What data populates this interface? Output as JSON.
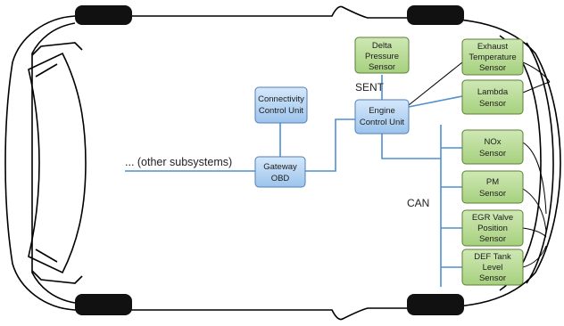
{
  "nodes": {
    "connectivity": [
      "Connectivity",
      "Control Unit"
    ],
    "gateway": [
      "Gateway",
      "OBD"
    ],
    "ecu": [
      "Engine",
      "Control Unit"
    ],
    "delta": [
      "Delta",
      "Pressure",
      "Sensor"
    ],
    "exhaust": [
      "Exhaust",
      "Temperature",
      "Sensor"
    ],
    "lambda": [
      "Lambda",
      "Sensor"
    ],
    "nox": [
      "NOx",
      "Sensor"
    ],
    "pm": [
      "PM",
      "Sensor"
    ],
    "egr": [
      "EGR Valve",
      "Position",
      "Sensor"
    ],
    "def": [
      "DEF Tank",
      "Level",
      "Sensor"
    ]
  },
  "labels": {
    "other": "... (other subsystems)",
    "sent": "SENT",
    "can": "CAN"
  },
  "colors": {
    "blue_box": "#a9cdef",
    "green_box": "#b0d88a",
    "bus_line": "#4f8fd0",
    "car_outline": "#000000",
    "wheel": "#111111"
  }
}
